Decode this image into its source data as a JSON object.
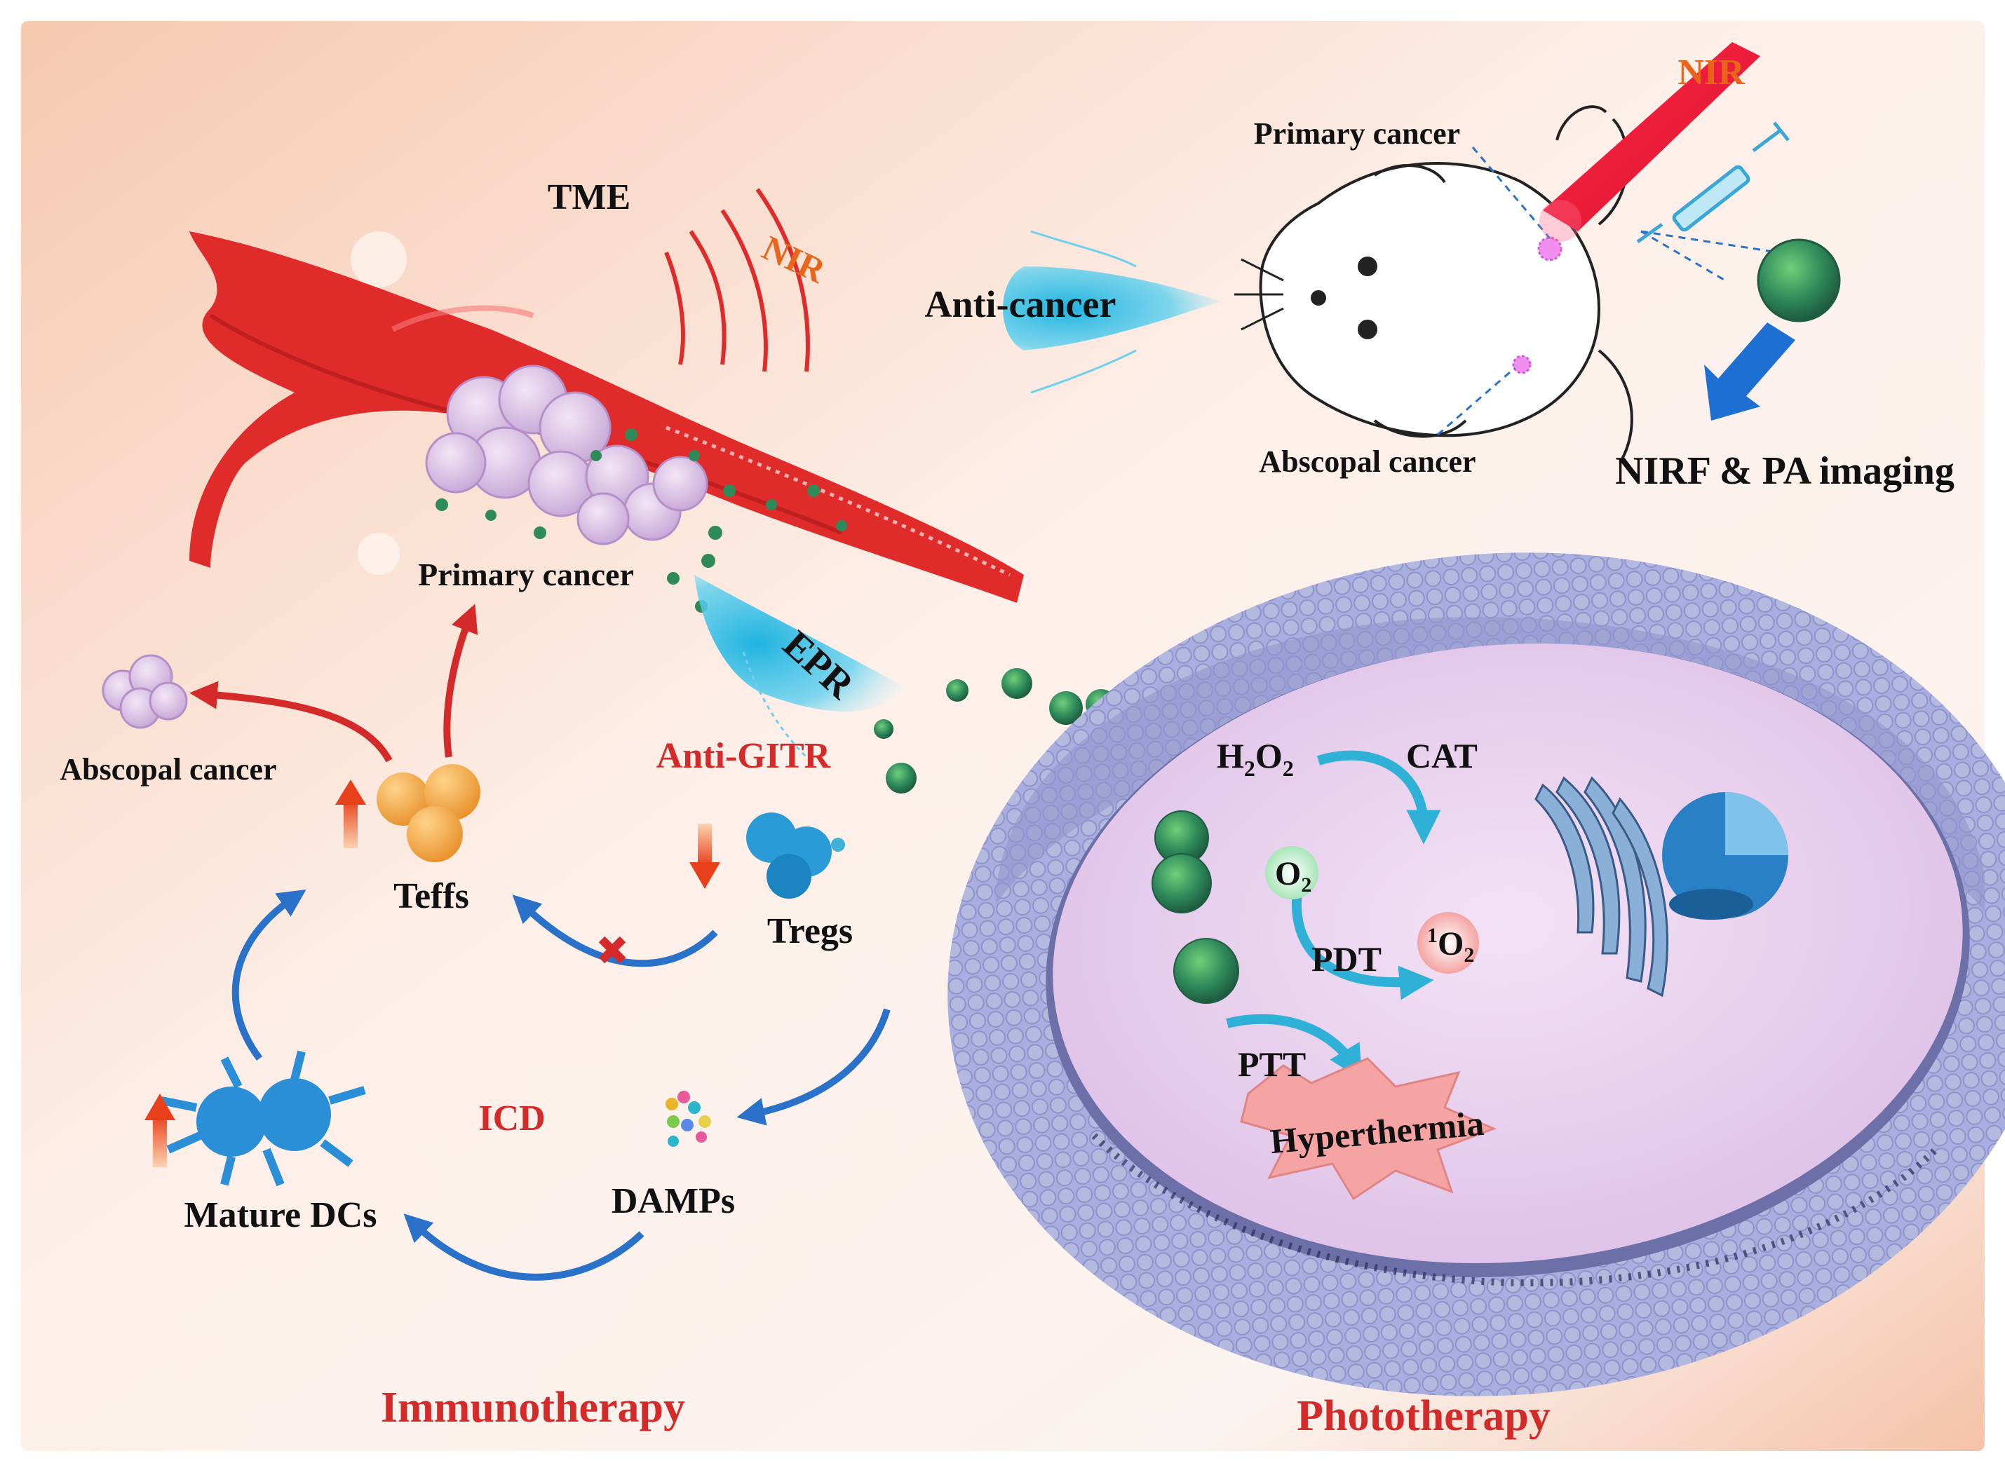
{
  "labels": {
    "tme": "TME",
    "nir_waves": "NIR",
    "primary_cancer_vessel": "Primary cancer",
    "epr": "EPR",
    "anti_cancer": "Anti-cancer",
    "mouse_primary": "Primary cancer",
    "mouse_abscopal": "Abscopal cancer",
    "nir_laser": "NIR",
    "imaging": "NIRF & PA imaging",
    "abscopal_cancer": "Abscopal cancer",
    "anti_gitr": "Anti-GITR",
    "teffs": "Teffs",
    "tregs": "Tregs",
    "icd": "ICD",
    "mature_dcs": "Mature DCs",
    "damps": "DAMPs",
    "immunotherapy": "Immunotherapy",
    "phototherapy": "Phototherapy",
    "h2o2_main": "H",
    "h2o2_sub1": "2",
    "h2o2_mid": "O",
    "h2o2_sub2": "2",
    "cat": "CAT",
    "o2_main": "O",
    "o2_sub": "2",
    "pdt": "PDT",
    "singlet_sup": "1",
    "singlet_main": "O",
    "singlet_sub": "2",
    "ptt": "PTT",
    "hyperthermia": "Hyperthermia"
  },
  "colors": {
    "red_text": "#d42a2a",
    "nir_orange": "#e8661a",
    "vessel_red": "#e02b2b",
    "cancer_purple": "#d7bde3",
    "nanoparticle_green": "#2f8a5a",
    "cyan_beam": "#36bde0",
    "blue_arrow": "#2a72c9",
    "membrane_lavender": "#a9aee0",
    "cell_interior": "#eed7f0",
    "teff_orange": "#f5a640",
    "dc_blue": "#2a8fd6"
  }
}
